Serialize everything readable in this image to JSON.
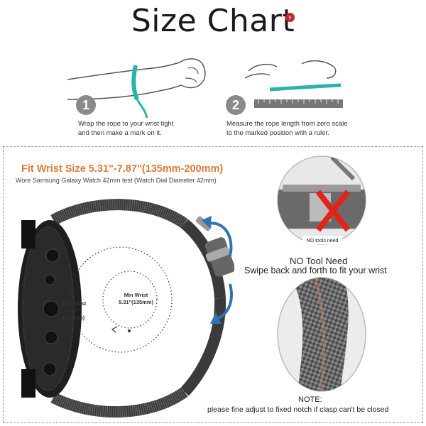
{
  "title": "Size Chart",
  "title_badge": "v",
  "steps": [
    {
      "number": "1",
      "line1": "Wrap the rope to your wrist tight",
      "line2": "and then make a mark on it."
    },
    {
      "number": "2",
      "line1": "Measure the rope length from zero scale",
      "line2": "to the marked position with a ruler."
    }
  ],
  "fit": {
    "size": "Fit Wrist Size 5.31\"-7.87\"(135mm-200mm)",
    "note": "Wore Samsung Galaxy Watch 42mm test (Watch Dial Diameter 42mm)"
  },
  "wrist": {
    "max_l1": "Max Wrist",
    "max_l2": "7.87\"",
    "max_l3": "(200mm)",
    "min_l1": "Min Wrist",
    "min_l2": "5.31\"(135mm)"
  },
  "no_tools": "NO tools need",
  "no_tool_need": "NO Tool Need",
  "swipe": "Swipe back and forth to fit your wrist",
  "note_heading": "NOTE:",
  "note_text": "please fine adjust to fixed notch if clasp can't be closed",
  "colors": {
    "accent": "#e07a3b",
    "teal": "#2ab3a8",
    "arrow_blue": "#2e74b5",
    "cross": "#e2231a"
  }
}
